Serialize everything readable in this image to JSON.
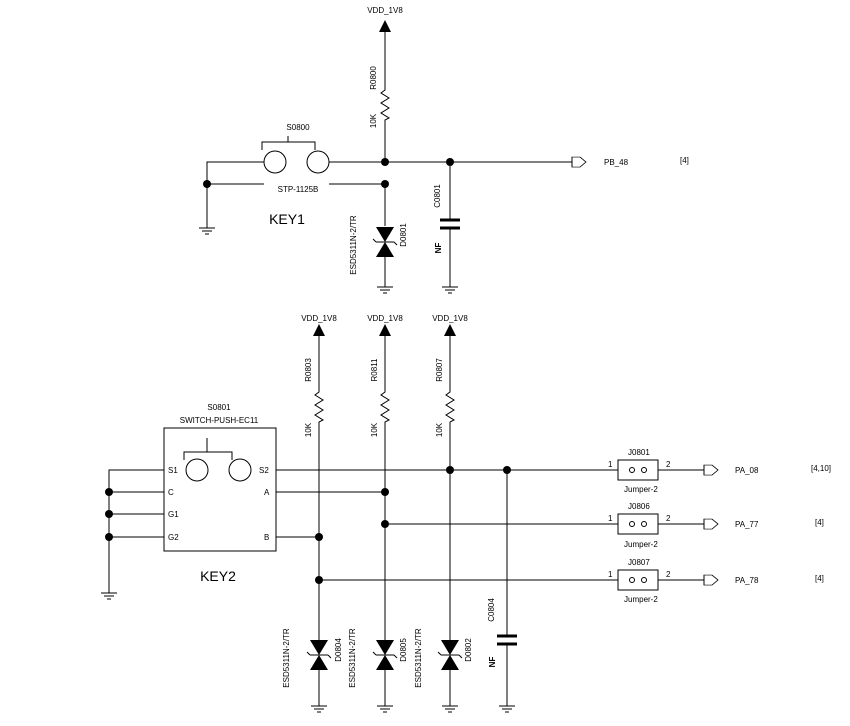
{
  "rails": {
    "vdd_top": "VDD_1V8",
    "vdd_a": "VDD_1V8",
    "vdd_b": "VDD_1V8",
    "vdd_c": "VDD_1V8"
  },
  "key1": {
    "switch_ref": "S0800",
    "switch_part": "STP-1125B",
    "title": "KEY1",
    "resistor_ref": "R0800",
    "resistor_value": "10K",
    "diode_ref": "D0801",
    "diode_part": "ESD5311N-2/TR",
    "cap_ref": "C0801",
    "cap_value": "NF",
    "net_label": "PB_48",
    "net_ref": "[4]"
  },
  "key2": {
    "switch_ref": "S0801",
    "switch_part": "SWITCH-PUSH-EC11",
    "title": "KEY2",
    "pins": {
      "s1": "S1",
      "c": "C",
      "g1": "G1",
      "g2": "G2",
      "s2": "S2",
      "a": "A",
      "b": "B"
    },
    "resistors": [
      {
        "ref": "R0803",
        "value": "10K"
      },
      {
        "ref": "R0811",
        "value": "10K"
      },
      {
        "ref": "R0807",
        "value": "10K"
      }
    ],
    "diodes": [
      {
        "ref": "D0804",
        "part": "ESD5311N-2/TR"
      },
      {
        "ref": "D0805",
        "part": "ESD5311N-2/TR"
      },
      {
        "ref": "D0802",
        "part": "ESD5311N-2/TR"
      }
    ],
    "cap": {
      "ref": "C0804",
      "value": "NF"
    },
    "jumpers": [
      {
        "ref": "J0801",
        "part": "Jumper-2",
        "pin1": "1",
        "pin2": "2",
        "net": "PA_08",
        "net_ref": "[4,10]"
      },
      {
        "ref": "J0806",
        "part": "Jumper-2",
        "pin1": "1",
        "pin2": "2",
        "net": "PA_77",
        "net_ref": "[4]"
      },
      {
        "ref": "J0807",
        "part": "Jumper-2",
        "pin1": "1",
        "pin2": "2",
        "net": "PA_78",
        "net_ref": "[4]"
      }
    ]
  }
}
